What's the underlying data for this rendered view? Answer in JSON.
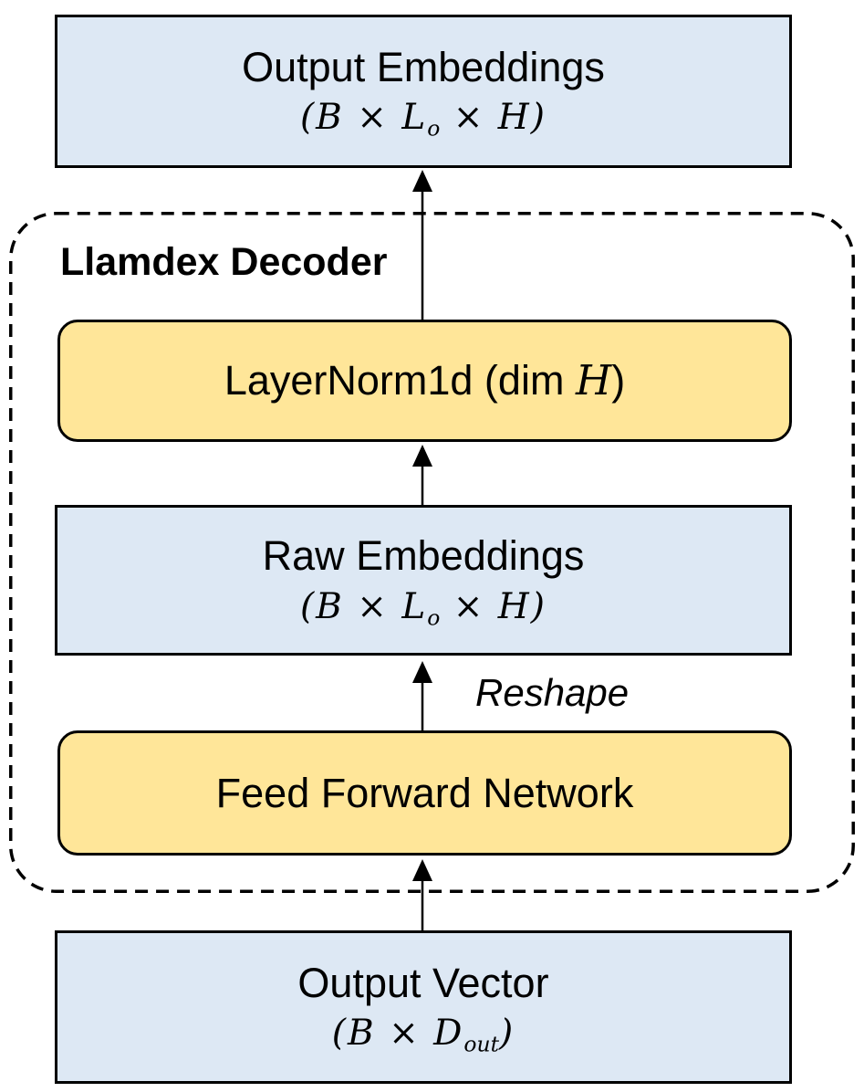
{
  "diagram": {
    "container_label": "Llamdex Decoder",
    "reshape_label": "Reshape",
    "boxes": {
      "output_embeddings": {
        "label": "Output Embeddings",
        "dims_pre": "(B × L",
        "dims_sub": "o",
        "dims_post": " × H)"
      },
      "layernorm": {
        "label_pre": "LayerNorm1d (dim ",
        "label_var": "H",
        "label_post": ")"
      },
      "raw_embeddings": {
        "label": "Raw Embeddings",
        "dims_pre": "(B × L",
        "dims_sub": "o",
        "dims_post": " × H)"
      },
      "feed_forward": {
        "label": "Feed Forward Network"
      },
      "output_vector": {
        "label": "Output Vector",
        "dims_pre": "(B × D",
        "dims_sub": "out",
        "dims_post": ")"
      }
    },
    "colors": {
      "blue_fill": "#dde8f4",
      "yellow_fill": "#ffe699",
      "stroke": "#000000",
      "background": "#ffffff"
    }
  }
}
